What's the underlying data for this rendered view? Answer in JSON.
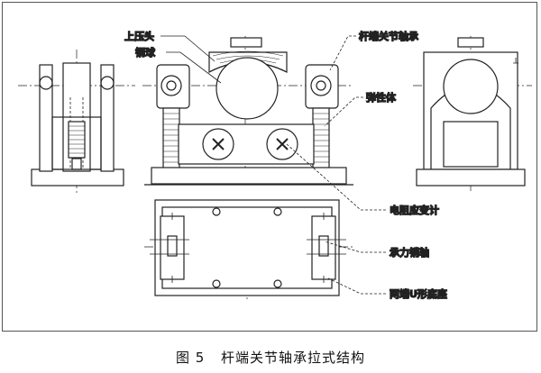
{
  "labels": {
    "upper_head": "上压头",
    "steel_ball": "钢球",
    "rod_end_bearing": "杆端关节轴承",
    "elastic_body": "弹性体",
    "strain_gauge": "电阻应变计",
    "bearing_pin": "承力销轴",
    "u_base": "两端U形底座"
  },
  "caption": {
    "figure_no": "图 5",
    "title": "杆端关节轴承拉式结构"
  }
}
